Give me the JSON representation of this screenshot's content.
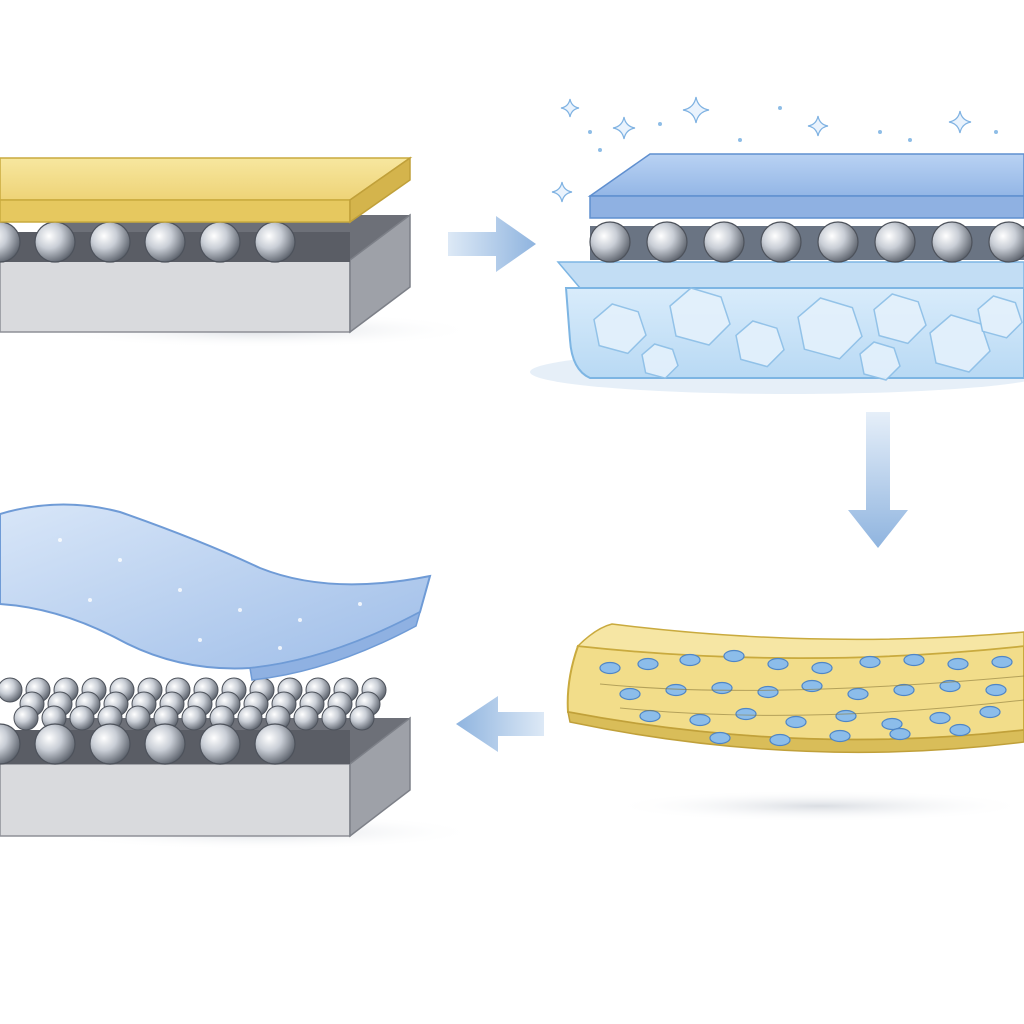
{
  "diagram": {
    "kind": "process-cycle",
    "panels": [
      {
        "id": "stage-1",
        "description_visible": "",
        "layers": [
          "gold-film",
          "silver-beads",
          "gray-substrate"
        ]
      },
      {
        "id": "stage-2",
        "description_visible": "",
        "layers": [
          "blue-film",
          "silver-beads",
          "ice-block"
        ]
      },
      {
        "id": "stage-3",
        "description_visible": "",
        "layers": [
          "gold-film-with-blue-droplets"
        ]
      },
      {
        "id": "stage-4",
        "description_visible": "",
        "layers": [
          "peeled-blue-film",
          "dense-silver-beads",
          "gray-substrate"
        ]
      }
    ],
    "flow": [
      "stage-1",
      "stage-2",
      "stage-3",
      "stage-4"
    ],
    "arrows": [
      {
        "from": "stage-1",
        "to": "stage-2",
        "direction": "right"
      },
      {
        "from": "stage-2",
        "to": "stage-3",
        "direction": "down"
      },
      {
        "from": "stage-3",
        "to": "stage-4",
        "direction": "left"
      }
    ],
    "colors": {
      "gold": "#f2dd8a",
      "gold_edge": "#c9aa3e",
      "silver": "#c9ced6",
      "substrate_top": "#6d7078",
      "substrate_front": "#d9dadd",
      "substrate_side": "#9ea1a8",
      "ice": "#cfe6f8",
      "ice_edge": "#7db5e3",
      "blue_film": "#a9c6ef",
      "droplet": "#8cbdea",
      "arrow": "#9bbde3"
    }
  }
}
